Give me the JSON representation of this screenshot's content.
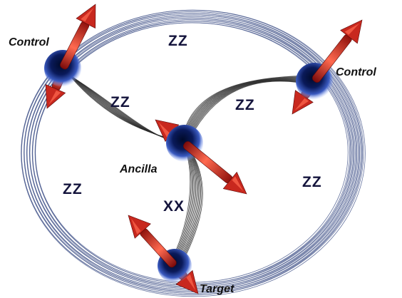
{
  "nodes": {
    "control_left": {
      "label": "Control"
    },
    "control_right": {
      "label": "Control"
    },
    "ancilla": {
      "label": "Ancilla"
    },
    "target": {
      "label": "Target"
    }
  },
  "couplings": {
    "top": "ZZ",
    "inner_left": "ZZ",
    "inner_right": "ZZ",
    "outer_left": "ZZ",
    "outer_right": "ZZ",
    "ancilla_target": "XX"
  },
  "colors": {
    "outer_ring": "#4a5a8e",
    "inner_bundle": "#2a2a2a",
    "node_core": "#0a1446",
    "node_glow": "#5a7ad2",
    "arrow": "#c8281e",
    "arrow_highlight": "#ff6a50"
  }
}
